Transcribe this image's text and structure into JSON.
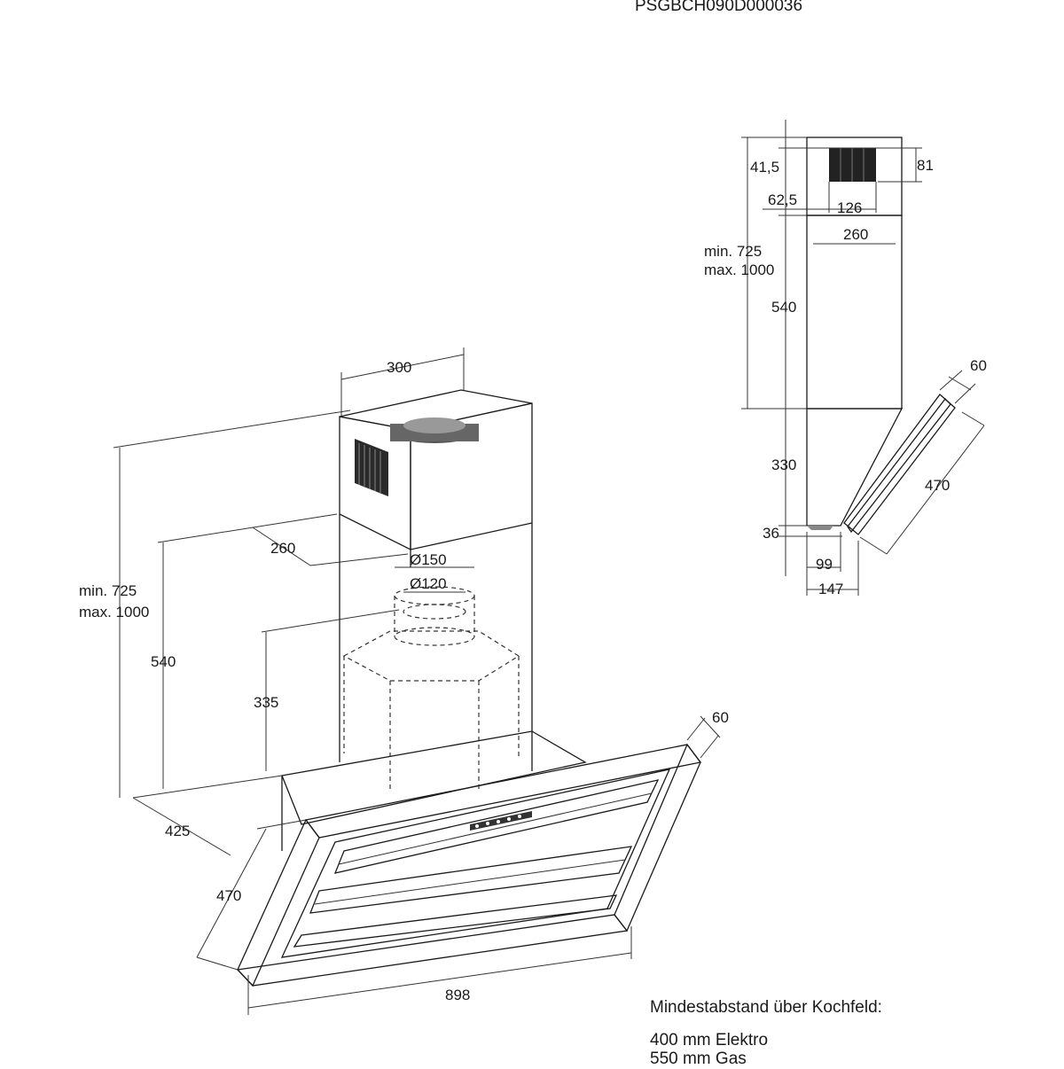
{
  "document_code": "PSGBCH090D000036",
  "front_view": {
    "top_width": "300",
    "chimney_depth": "260",
    "outer_diameter": "Ø150",
    "inner_diameter": "Ø120",
    "height_min": "min. 725",
    "height_max": "max. 1000",
    "chimney_height": "540",
    "outlet_height": "335",
    "depth": "425",
    "canopy_length": "470",
    "canopy_thickness": "60",
    "width": "898"
  },
  "side_view": {
    "top_offset": "41,5",
    "outlet_height": "81",
    "outlet_offset": "62,5",
    "outlet_width": "126",
    "chimney_depth": "260",
    "height_min": "min. 725",
    "height_max": "max. 1000",
    "chimney_height": "540",
    "body_height": "330",
    "bottom_height": "36",
    "canopy_thickness": "60",
    "canopy_length": "470",
    "bottom_offset": "99",
    "bottom_depth": "147"
  },
  "notes": {
    "heading": "Mindestabstand über Kochfeld:",
    "electric": "400 mm Elektro",
    "gas": "550 mm Gas"
  }
}
